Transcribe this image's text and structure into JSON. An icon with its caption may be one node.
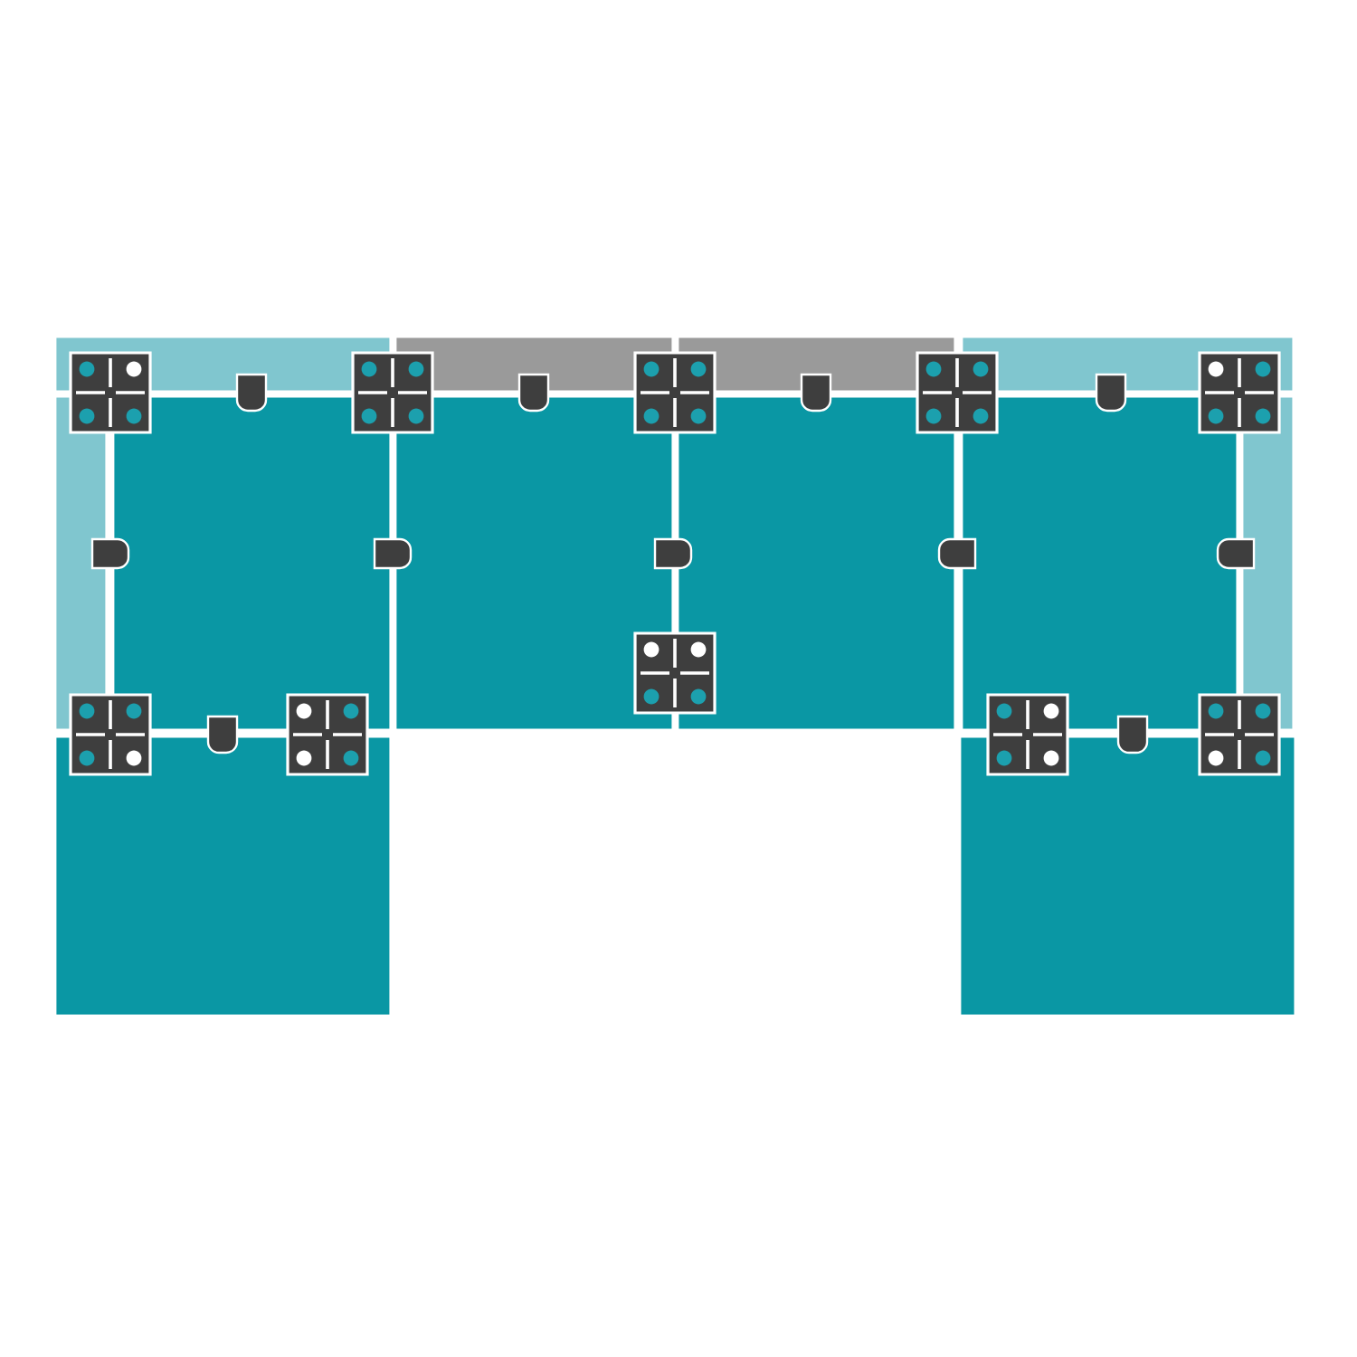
{
  "diagram": {
    "nodes": [
      {
        "text": [],
        "shape": "bar"
      },
      {
        "text": [],
        "shape": "bar"
      },
      {
        "text": [],
        "shape": "bar"
      },
      {
        "text": [],
        "shape": "bar"
      },
      {
        "text": [],
        "shape": "bar"
      },
      {
        "text": [],
        "shape": "box"
      },
      {
        "text": [],
        "shape": "box"
      },
      {
        "text": [],
        "shape": "box"
      },
      {
        "text": [],
        "shape": "box"
      },
      {
        "text": [],
        "shape": "bar"
      },
      {
        "text": [],
        "shape": "box"
      },
      {
        "text": [],
        "shape": "box"
      }
    ]
  }
}
